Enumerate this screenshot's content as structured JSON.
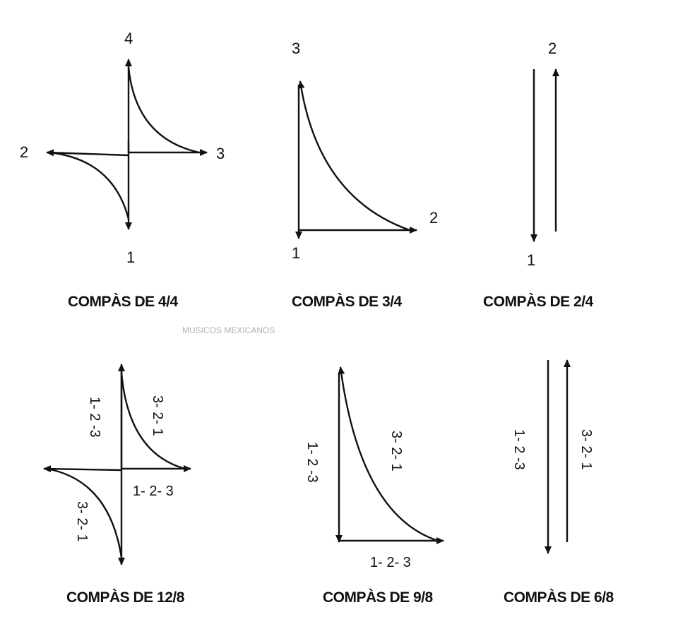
{
  "watermark": "MUSICOS MEXICANOS",
  "diagrams": {
    "d44": {
      "caption": "COMPÀS DE 4/4",
      "top": "4",
      "left": "2",
      "right": "3",
      "bottom": "1"
    },
    "d34": {
      "caption": "COMPÀS DE 3/4",
      "top": "3",
      "bottom": "1",
      "right": "2"
    },
    "d24": {
      "caption": "COMPÀS DE 2/4",
      "top": "2",
      "bottom": "1"
    },
    "d128": {
      "caption": "COMPÀS DE 12/8",
      "down_seq": "1- 2 -3",
      "up_seq": "3- 2- 1",
      "right_seq": "1- 2- 3",
      "left_seq": "3- 2- 1"
    },
    "d98": {
      "caption": "COMPÀS DE 9/8",
      "down_seq": "1- 2 -3",
      "curve_seq": "3- 2- 1",
      "right_seq": "1- 2- 3"
    },
    "d68": {
      "caption": "COMPÀS DE 6/8",
      "down_seq": "1- 2 -3",
      "up_seq": "3- 2- 1"
    }
  }
}
